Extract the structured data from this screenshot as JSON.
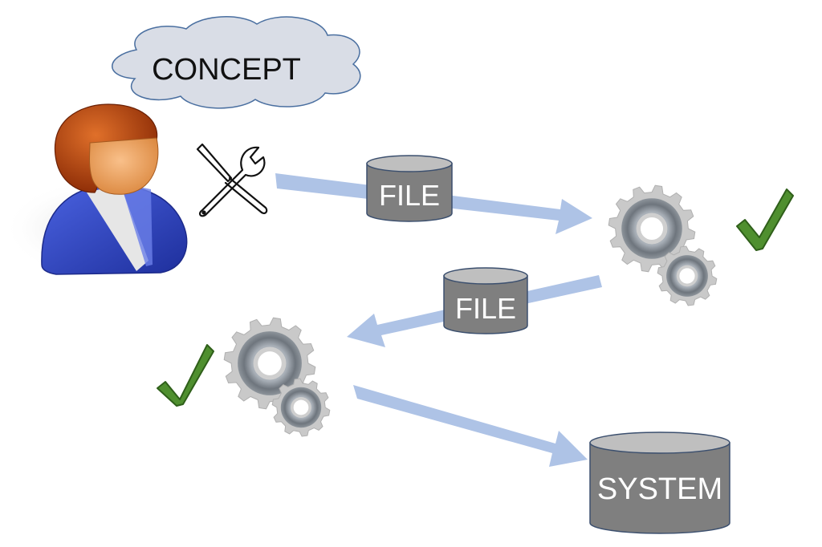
{
  "diagram": {
    "type": "process-flow",
    "concept_bubble": {
      "label": "CONCEPT",
      "shape": "cloud",
      "fill": "#d9dde6",
      "stroke": "#4a6fa0"
    },
    "actor": {
      "icon": "user-icon",
      "hair_color": "#b8400d",
      "skin_color": "#f2a860",
      "suit_color": "#2a3fb8"
    },
    "tools_icon": "tools-icon",
    "stores": [
      {
        "id": "file-1",
        "label": "FILE",
        "shape": "cylinder"
      },
      {
        "id": "file-2",
        "label": "FILE",
        "shape": "cylinder"
      },
      {
        "id": "system",
        "label": "SYSTEM",
        "shape": "cylinder"
      }
    ],
    "processes": [
      {
        "id": "process-1",
        "icon": "gears-icon",
        "status": "checkmark-icon"
      },
      {
        "id": "process-2",
        "icon": "gears-icon",
        "status": "checkmark-icon"
      }
    ],
    "flows": [
      {
        "from": "tools",
        "to": "process-1",
        "via": "file-1"
      },
      {
        "from": "process-1",
        "to": "process-2",
        "via": "file-2"
      },
      {
        "from": "process-2",
        "to": "system"
      }
    ],
    "colors": {
      "arrow": "#aec3e6",
      "cylinder_body": "#7f7f7f",
      "cylinder_top": "#bfbfbf",
      "cylinder_stroke": "#3b4f6e",
      "check": "#4f8f2f",
      "gear_outer": "#c9c9c9",
      "gear_ring": "#7a8088"
    }
  }
}
